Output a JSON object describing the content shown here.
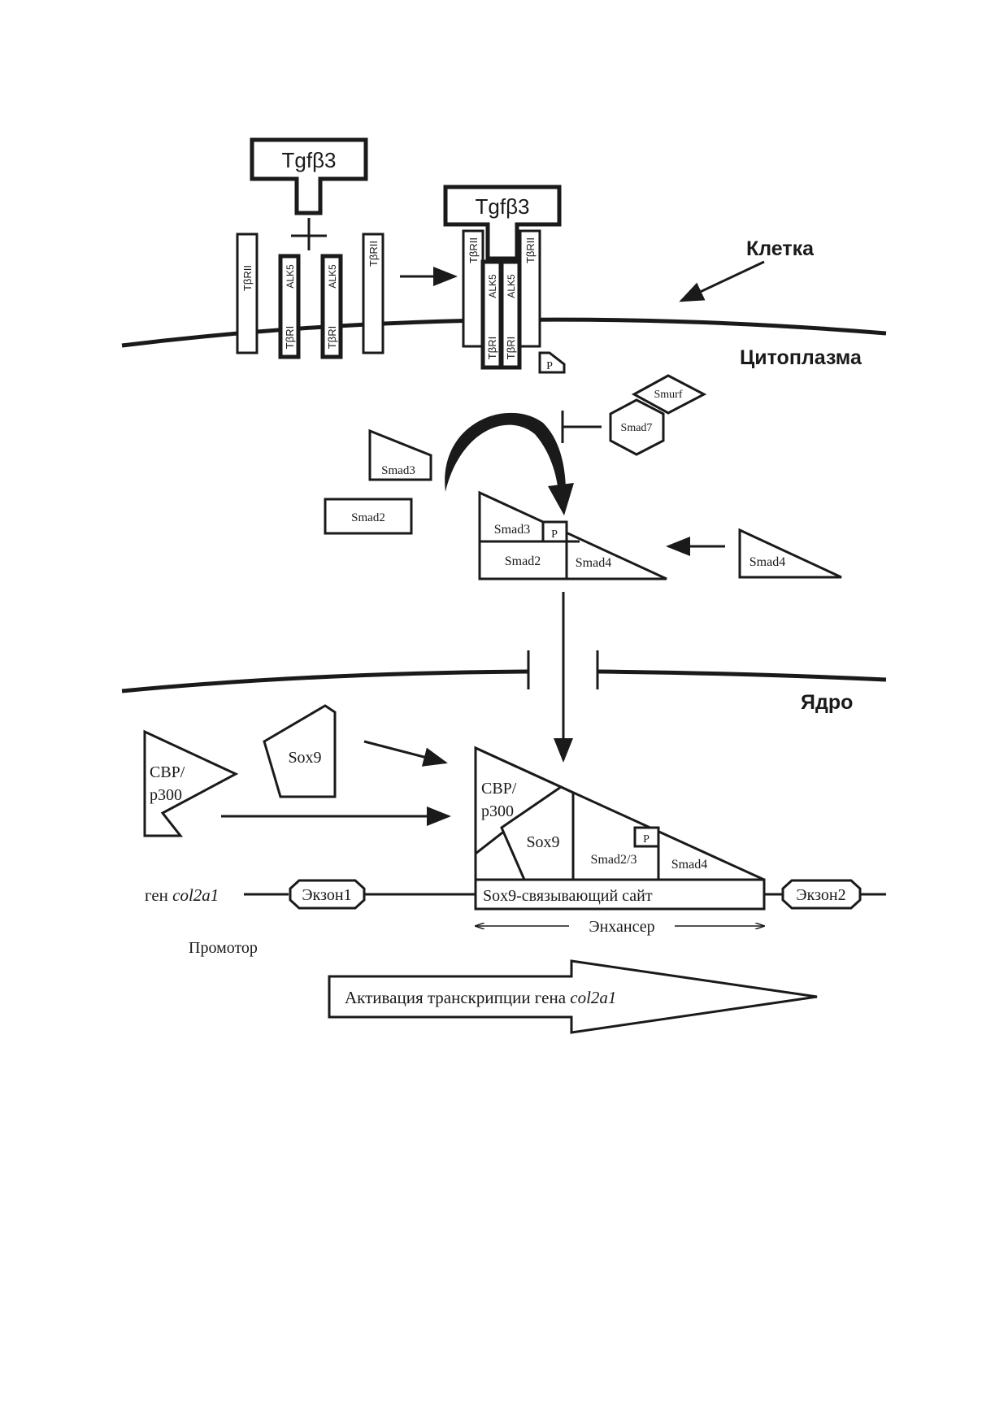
{
  "labels": {
    "ligand": "Tgfβ3",
    "receptor_type2": "TβRII",
    "alk5": "ALK5",
    "receptor_type1": "TβRI",
    "phospho": "P",
    "cell": "Клетка",
    "cytoplasm": "Цитоплазма",
    "nucleus": "Ядро",
    "smurf": "Smurf",
    "smad7": "Smad7",
    "smad3": "Smad3",
    "smad2": "Smad2",
    "smad4": "Smad4",
    "smad23": "Smad2/3",
    "sox9": "Sox9",
    "cbp_line1": "CBP/",
    "cbp_line2": "p300",
    "gene_prefix": "ген ",
    "gene_name": "col2a1",
    "exon1": "Экзон1",
    "exon2": "Экзон2",
    "binding_site": "Sox9-связывающий сайт",
    "enhancer": "Энхансер",
    "promoter": "Промотор",
    "activation_prefix": "Активация транскрипции гена ",
    "activation_gene": "col2a1"
  },
  "colors": {
    "ink": "#1a1a1a",
    "background": "#ffffff"
  }
}
